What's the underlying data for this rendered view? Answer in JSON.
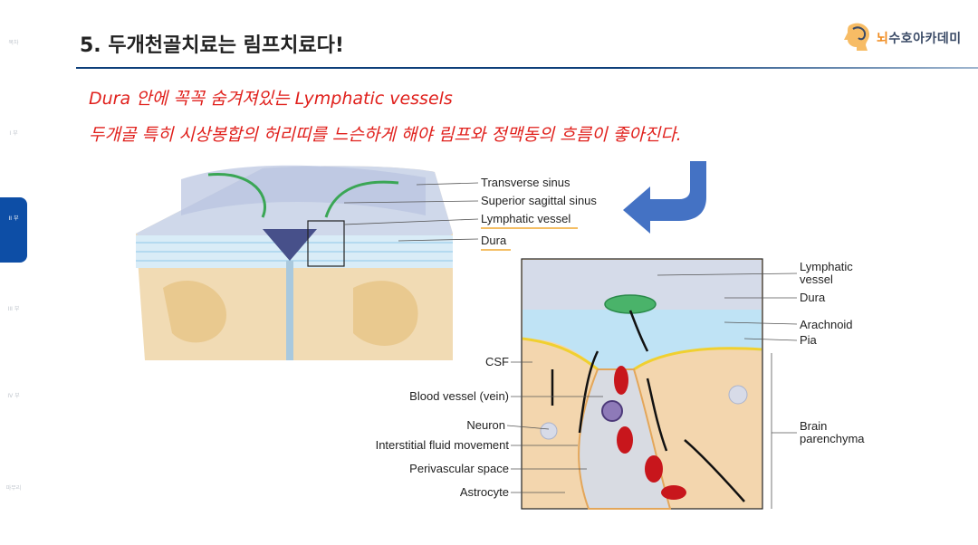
{
  "nav": {
    "items": [
      {
        "label": "목차"
      },
      {
        "label": "I 부"
      },
      {
        "label": "II 부"
      },
      {
        "label": "III 부"
      },
      {
        "label": "IV 부"
      },
      {
        "label": "마무리"
      }
    ],
    "active_index": 2
  },
  "slide": {
    "title": "5. 두개천골치료는 림프치료다!",
    "logo_text_orange": "뇌",
    "logo_text_rest": "수호아카데미",
    "subtitle_line1": "Dura 안에 꼭꼭 숨겨져있는 Lymphatic vessels",
    "subtitle_line2": "두개골 특히 시상봉합의 허리띠를 느슨하게 해야 림프와 정맥동의 흐름이 좋아진다."
  },
  "figure": {
    "top_labels": [
      "Transverse sinus",
      "Superior sagittal sinus",
      "Lymphatic vessel",
      "Dura"
    ],
    "inset_right_labels": [
      "Lymphatic",
      "vessel",
      "Dura",
      "Arachnoid",
      "Pia",
      "Brain",
      "parenchyma"
    ],
    "inset_left_labels": [
      "CSF",
      "Blood vessel (vein)",
      "Neuron",
      "Interstitial fluid movement",
      "Perivascular space",
      "Astrocyte"
    ]
  },
  "colors": {
    "title_rule": "#0d3f7a",
    "nav_active": "#0d4ea6",
    "subtitle_red": "#e0201c",
    "arrow_blue": "#4472c4",
    "lymphatic_green": "#3aa655"
  }
}
